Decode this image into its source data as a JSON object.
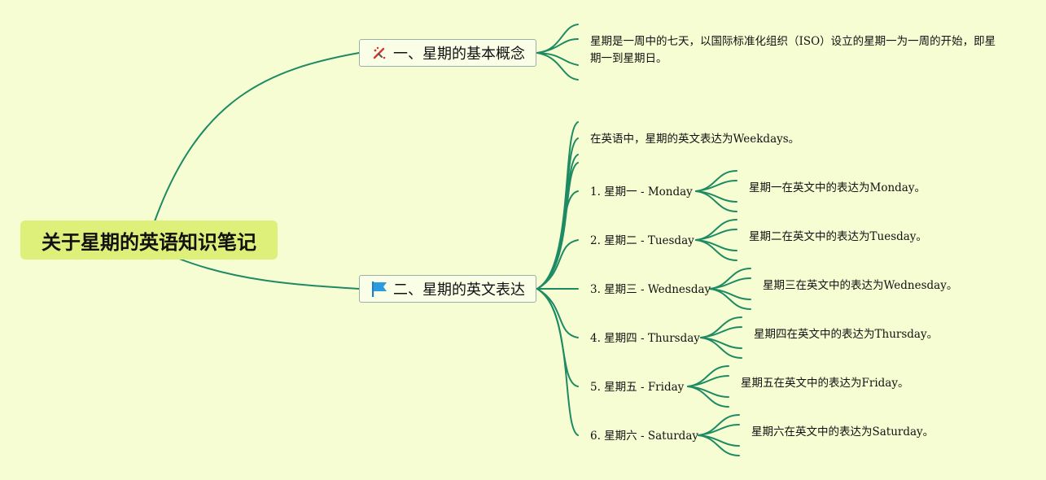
{
  "root": {
    "title": "关于星期的英语知识笔记"
  },
  "branches": [
    {
      "label": "一、星期的基本概念",
      "icon": "tools-icon",
      "note": "星期是一周中的七天，以国际标准化组织（ISO）设立的星期一为一周的开始，即星期一到星期日。"
    },
    {
      "label": "二、星期的英文表达",
      "icon": "flag-icon",
      "intro": "在英语中，星期的英文表达为Weekdays。",
      "days": [
        {
          "label": "1. 星期一 - Monday",
          "note": "星期一在英文中的表达为Monday。"
        },
        {
          "label": "2. 星期二 - Tuesday",
          "note": "星期二在英文中的表达为Tuesday。"
        },
        {
          "label": "3. 星期三 - Wednesday",
          "note": "星期三在英文中的表达为Wednesday。"
        },
        {
          "label": "4. 星期四 - Thursday",
          "note": "星期四在英文中的表达为Thursday。"
        },
        {
          "label": "5. 星期五 - Friday",
          "note": "星期五在英文中的表达为Friday。"
        },
        {
          "label": "6. 星期六 - Saturday",
          "note": "星期六在英文中的表达为Saturday。"
        }
      ]
    }
  ],
  "colors": {
    "line": "#1e8a63",
    "root_bg": "#dff07a",
    "background": "#f7fdd3"
  }
}
